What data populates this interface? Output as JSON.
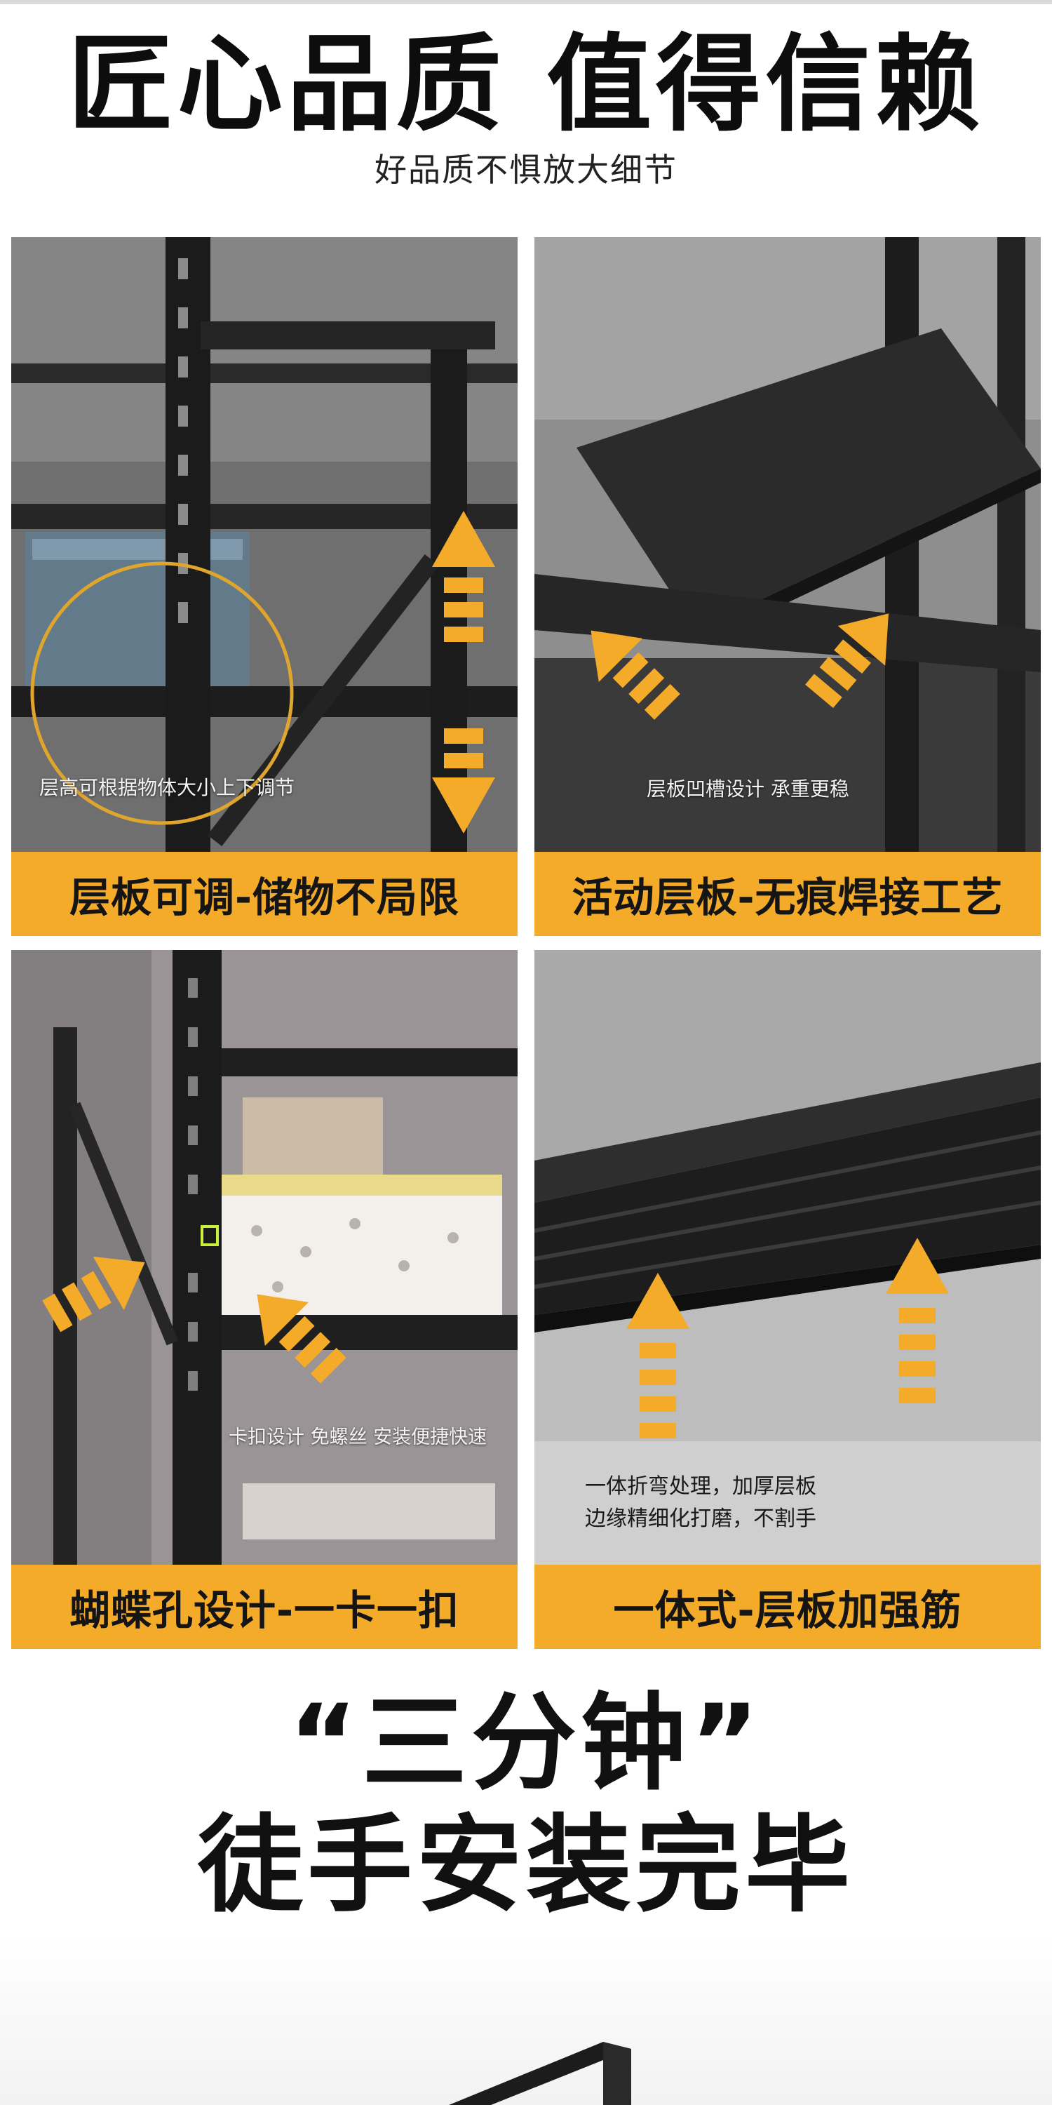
{
  "header": {
    "title": "匠心品质 值得信赖",
    "subtitle": "好品质不惧放大细节"
  },
  "panels": [
    {
      "caption": "层高可根据物体大小上下调节",
      "banner": "层板可调-储物不局限"
    },
    {
      "caption": "层板凹槽设计 承重更稳",
      "banner": "活动层板-无痕焊接工艺"
    },
    {
      "caption": "卡扣设计 免螺丝 安装便捷快速",
      "banner": "蝴蝶孔设计-一卡一扣"
    },
    {
      "caption_lines": [
        "一体折弯处理，加厚层板",
        "边缘精细化打磨，不割手"
      ],
      "banner": "一体式-层板加强筋"
    }
  ],
  "assembly": {
    "line1": "“三分钟”",
    "line2": "徒手安装完毕"
  },
  "colors": {
    "accent": "#f4ab29",
    "shelf": "#1f1f21",
    "text": "#111111"
  }
}
